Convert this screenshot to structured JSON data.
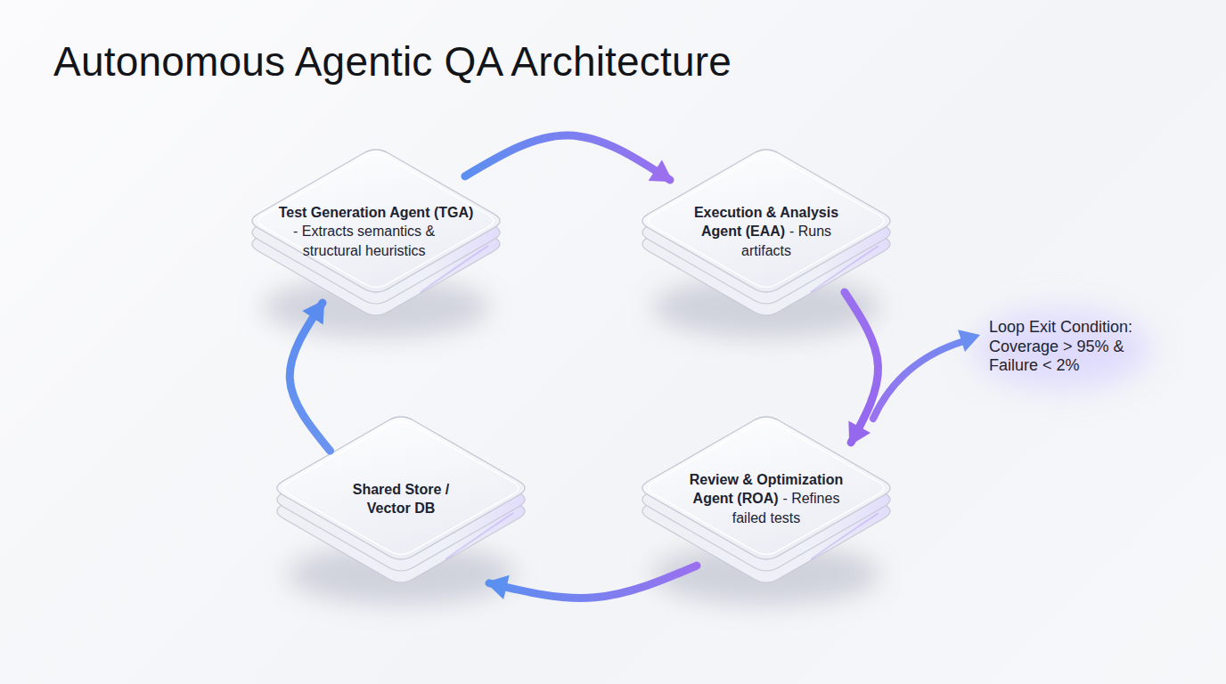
{
  "diagram": {
    "title": "Autonomous Agentic QA Architecture",
    "nodes": [
      {
        "text": [
          "Test Generation Agent (TGA)",
          "- Extracts semantics & structural heuristics"
        ]
      },
      {
        "text": [
          "Execution & Analysis Agent (EAA)",
          "- Runs artifacts"
        ]
      },
      {
        "text": [
          "Shared Store / Vector DB"
        ]
      },
      {
        "text": [
          "Review & Optimization Agent (ROA)",
          "- Refines failed tests"
        ]
      }
    ],
    "edges": [
      {
        "from": 0,
        "to": 1,
        "arrow": "to"
      },
      {
        "from": 1,
        "to": 3,
        "arrow": "to"
      },
      {
        "from": 3,
        "to": 2,
        "arrow": "to"
      },
      {
        "from": 2,
        "to": 0,
        "arrow": "to"
      }
    ],
    "labels": [
      "Loop Exit Condition: Coverage > 95% & Failure < 2%"
    ]
  }
}
